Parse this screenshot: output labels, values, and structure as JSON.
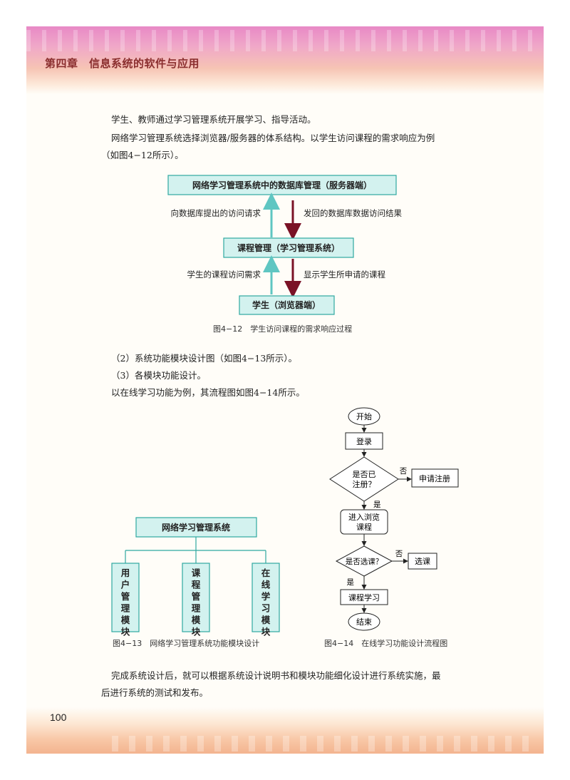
{
  "header": {
    "chapter": "第四章　信息系统的软件与应用"
  },
  "body": {
    "p1": "学生、教师通过学习管理系统开展学习、指导活动。",
    "p2a": "网络学习管理系统选择浏览器/服务器的体系结构。以学生访问课程的需求响应为例",
    "p2b": "（如图4−12所示）。",
    "p3": "（2）系统功能模块设计图（如图4−13所示）。",
    "p4": "（3）各模块功能设计。",
    "p5": "以在线学习功能为例，其流程图如图4−14所示。",
    "p6a": "完成系统设计后，就可以根据系统设计说明书和模块功能细化设计进行系统实施，最",
    "p6b": "后进行系统的测试和发布。"
  },
  "fig12": {
    "box_top": "网络学习管理系统中的数据库管理（服务器端）",
    "box_mid": "课程管理（学习管理系统）",
    "box_bot": "学生（浏览器端）",
    "label_up1": "向数据库提出的访问请求",
    "label_down1": "发回的数据库数据访问结果",
    "label_up2": "学生的课程访问需求",
    "label_down2": "显示学生所申请的课程",
    "caption": "图4−12　学生访问课程的需求响应过程"
  },
  "fig13": {
    "root": "网络学习管理系统",
    "modules": [
      "用户管理模块",
      "课程管理模块",
      "在线学习模块"
    ],
    "caption": "图4−13　网络学习管理系统功能模块设计"
  },
  "fig14": {
    "start": "开始",
    "login": "登录",
    "decision1": [
      "是否已",
      "注册？"
    ],
    "no1": "否",
    "register": "申请注册",
    "yes1": "是",
    "browse": [
      "进入浏览",
      "课程"
    ],
    "decision2": "是否选课？",
    "no2": "否",
    "select": "选课",
    "yes2": "是",
    "learn": "课程学习",
    "end": "结束",
    "caption": "图4−14　在线学习功能设计流程图"
  },
  "footer": {
    "page_number": "100"
  },
  "colors": {
    "box_fill": "#d3f2ef",
    "box_stroke": "#2fa8a0",
    "arrow_up": "#5fc6c2",
    "arrow_down": "#7a1226"
  }
}
